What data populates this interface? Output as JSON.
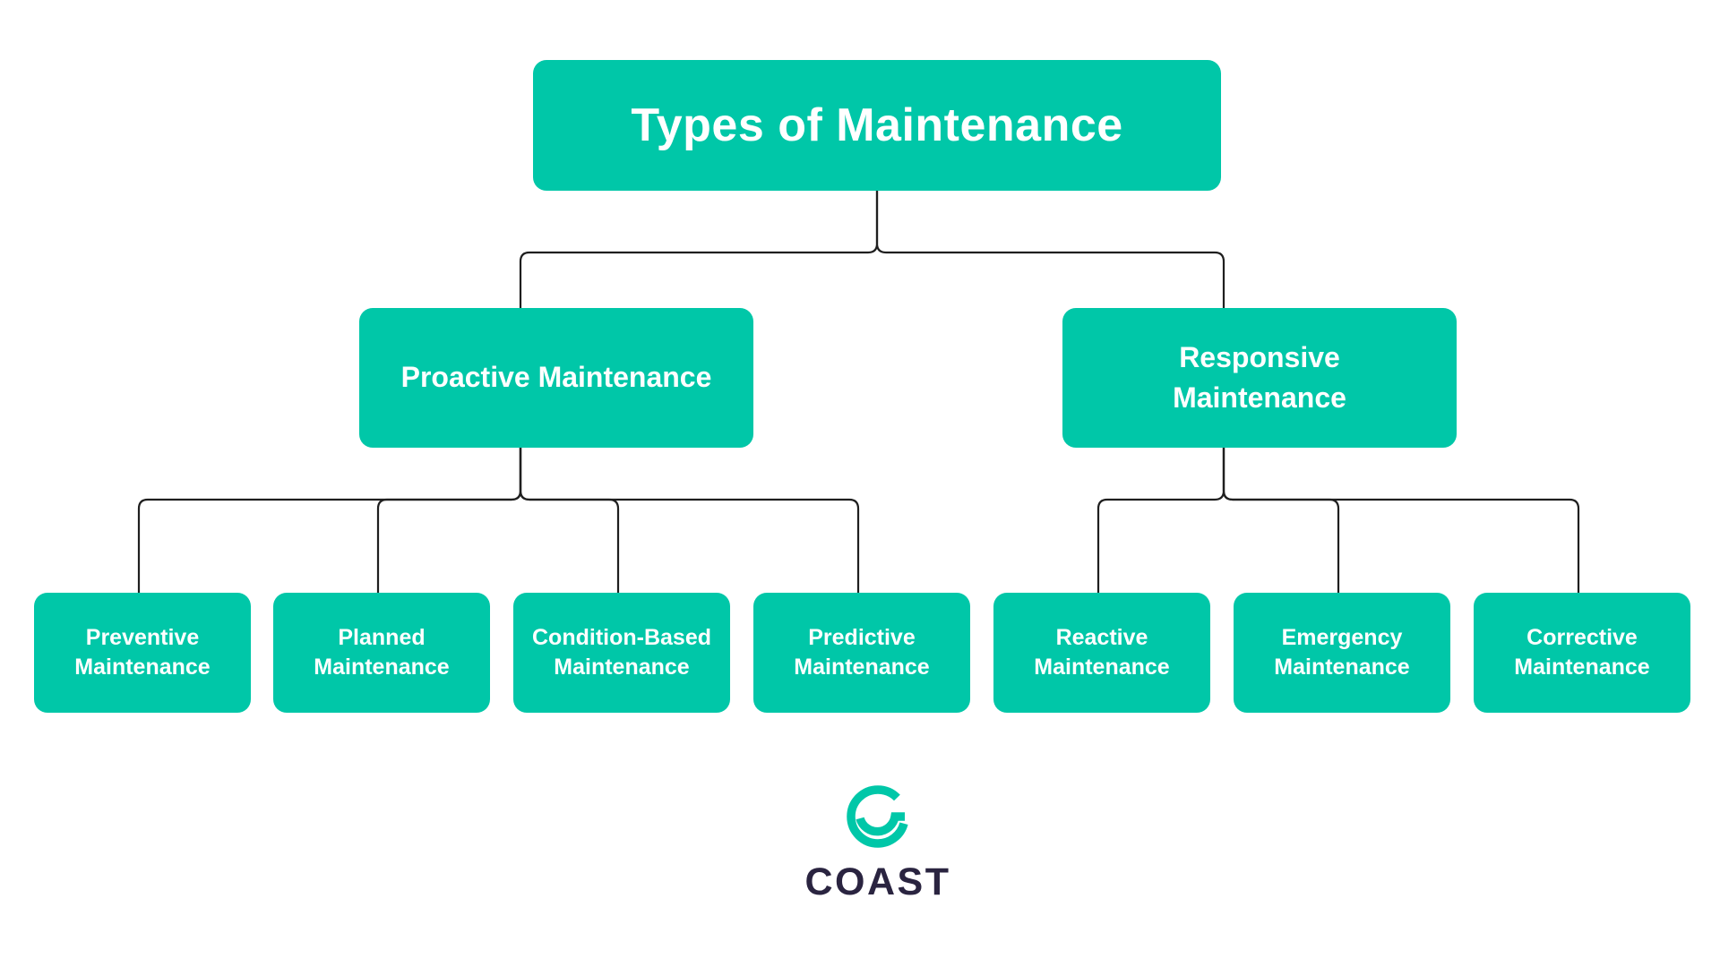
{
  "diagram": {
    "title": "Types of Maintenance",
    "branches": [
      {
        "label": "Proactive Maintenance",
        "children": [
          "Preventive Maintenance",
          "Planned Maintenance",
          "Condition-Based Maintenance",
          "Predictive Maintenance"
        ]
      },
      {
        "label": "Responsive Maintenance",
        "children": [
          "Reactive Maintenance",
          "Emergency Maintenance",
          "Corrective Maintenance"
        ]
      }
    ]
  },
  "logo": {
    "wordmark": "COAST",
    "icon": "coast-circle-smile-icon"
  },
  "colors": {
    "node_fill": "#00C7A8",
    "node_text": "#FFFFFF",
    "connector": "#1F1F1F",
    "logo_text": "#2A2440",
    "logo_icon": "#00C7A8",
    "background": "#FFFFFF"
  }
}
